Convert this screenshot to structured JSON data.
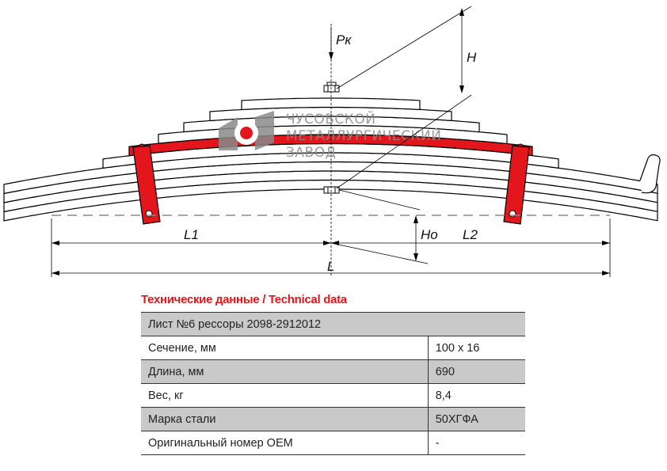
{
  "drawing": {
    "labels": {
      "load": "Pк",
      "height": "H",
      "ho": "Ho",
      "l1": "L1",
      "l2": "L2",
      "l": "L"
    },
    "logo": {
      "line1": "ЧУСОВСКОЙ",
      "line2": "МЕТАЛЛУРГИЧЕСКИЙ",
      "line3": "ЗАВОД"
    },
    "colors": {
      "highlight_leaf": "#e3171b",
      "clamp": "#e3171b",
      "logo_gray": "#8a8a8a"
    }
  },
  "table": {
    "title": "Технические данные / Technical data",
    "header": "Лист №6 рессоры 2098-2912012",
    "rows": [
      {
        "label": "Сечение, мм",
        "value": "100 x 16"
      },
      {
        "label": "Длина, мм",
        "value": "690"
      },
      {
        "label": "Вес, кг",
        "value": "8,4"
      },
      {
        "label": "Марка стали",
        "value": "50ХГФА"
      },
      {
        "label": "Оригинальный номер OEM",
        "value": "-"
      }
    ]
  }
}
